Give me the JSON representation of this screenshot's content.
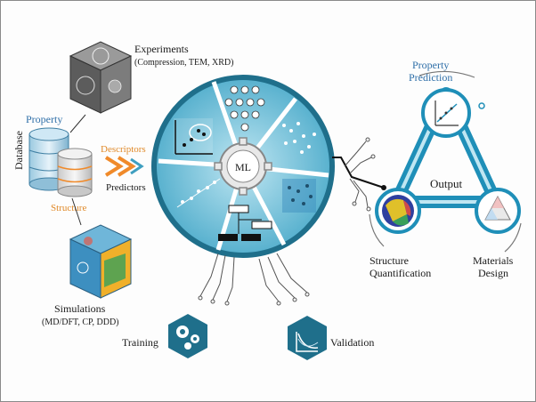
{
  "diagram": {
    "experiments": {
      "title": "Experiments",
      "subtitle": "(Compression, TEM, XRD)"
    },
    "database": {
      "vertical_label": "Database",
      "property_label": "Property",
      "structure_label": "Structure"
    },
    "flow": {
      "descriptors": "Descriptors",
      "predictors": "Predictors"
    },
    "simulations": {
      "title": "Simulations",
      "subtitle": "(MD/DFT, CP, DDD)"
    },
    "ml_hub": {
      "center_label": "ML"
    },
    "training": {
      "label": "Training"
    },
    "validation": {
      "label": "Validation"
    },
    "cycle": {
      "property_prediction": {
        "line1": "Property",
        "line2": "Prediction"
      },
      "output": "Output",
      "structure_quantification": {
        "line1": "Structure",
        "line2": "Quantification"
      },
      "materials_design": {
        "line1": "Materials",
        "line2": "Design"
      }
    },
    "colors": {
      "teal_dark": "#1f6f8b",
      "teal_mid": "#3f9fc0",
      "teal_light": "#8fd0e6",
      "orange": "#f08a2a",
      "blue_text": "#2f6fa8"
    }
  }
}
